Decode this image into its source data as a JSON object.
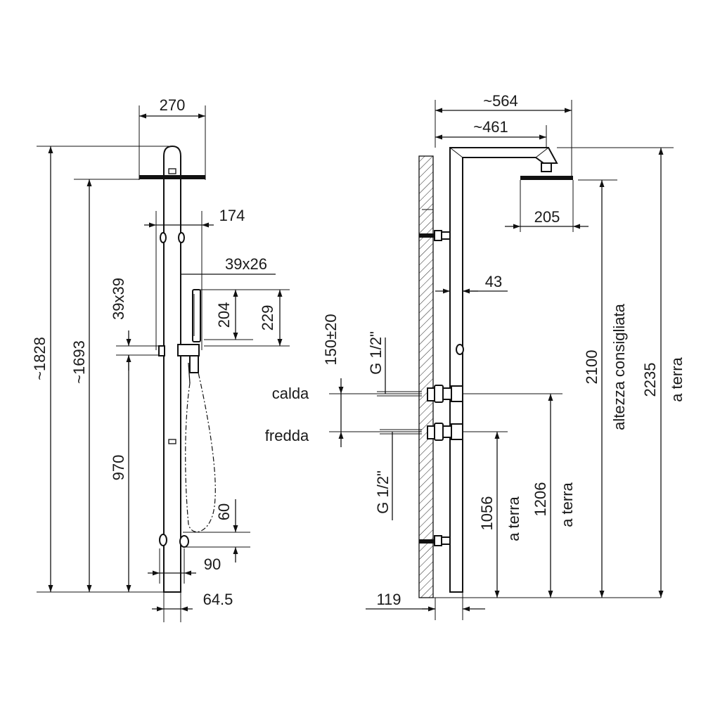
{
  "labels": {
    "front_width_270": "270",
    "front_height_1828": "~1828",
    "front_height_1693": "~1693",
    "front_174": "174",
    "front_39x26": "39x26",
    "front_39x39": "39x39",
    "front_204": "204",
    "front_229": "229",
    "front_970": "970",
    "front_60": "60",
    "front_90": "90",
    "front_64_5": "64.5",
    "side_564": "~564",
    "side_461": "~461",
    "side_205": "205",
    "side_43": "43",
    "side_150": "150±20",
    "side_g12_top": "G 1/2\"",
    "side_g12_bottom": "G 1/2\"",
    "side_calda": "calda",
    "side_fredda": "fredda",
    "side_1056": "1056",
    "side_1056_aterra": "a terra",
    "side_1206": "1206",
    "side_1206_aterra": "a terra",
    "side_2100": "2100",
    "side_altezza": "altezza consigliata",
    "side_2235": "2235",
    "side_2235_aterra": "a terra",
    "side_119": "119"
  }
}
